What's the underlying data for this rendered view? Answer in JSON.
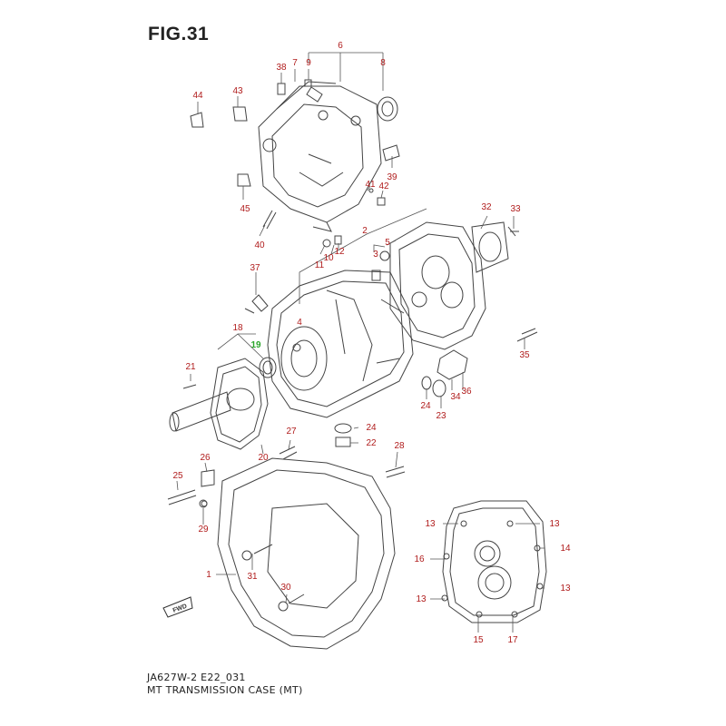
{
  "figure": {
    "title": "FIG.31",
    "code": "JA627W-2 E22_031",
    "description": "MT TRANSMISSION CASE (MT)",
    "fwd_label": "FWD"
  },
  "parts": [
    {
      "id": "6",
      "highlight": false
    },
    {
      "id": "7",
      "highlight": false
    },
    {
      "id": "9",
      "highlight": false
    },
    {
      "id": "8",
      "highlight": false
    },
    {
      "id": "38",
      "highlight": false
    },
    {
      "id": "44",
      "highlight": false
    },
    {
      "id": "43",
      "highlight": false
    },
    {
      "id": "39",
      "highlight": false
    },
    {
      "id": "41",
      "highlight": false
    },
    {
      "id": "42",
      "highlight": false
    },
    {
      "id": "45",
      "highlight": false
    },
    {
      "id": "40",
      "highlight": false
    },
    {
      "id": "2",
      "highlight": false
    },
    {
      "id": "5",
      "highlight": false
    },
    {
      "id": "3",
      "highlight": false
    },
    {
      "id": "10",
      "highlight": false
    },
    {
      "id": "11",
      "highlight": false
    },
    {
      "id": "12",
      "highlight": false
    },
    {
      "id": "32",
      "highlight": false
    },
    {
      "id": "33",
      "highlight": false
    },
    {
      "id": "37",
      "highlight": false
    },
    {
      "id": "4",
      "highlight": false
    },
    {
      "id": "18",
      "highlight": false
    },
    {
      "id": "19",
      "highlight": true
    },
    {
      "id": "35",
      "highlight": false
    },
    {
      "id": "21",
      "highlight": false
    },
    {
      "id": "36",
      "highlight": false
    },
    {
      "id": "34",
      "highlight": false
    },
    {
      "id": "24",
      "highlight": false
    },
    {
      "id": "23",
      "highlight": false
    },
    {
      "id": "24",
      "highlight": false
    },
    {
      "id": "22",
      "highlight": false
    },
    {
      "id": "27",
      "highlight": false
    },
    {
      "id": "20",
      "highlight": false
    },
    {
      "id": "28",
      "highlight": false
    },
    {
      "id": "26",
      "highlight": false
    },
    {
      "id": "25",
      "highlight": false
    },
    {
      "id": "29",
      "highlight": false
    },
    {
      "id": "13",
      "highlight": false
    },
    {
      "id": "13",
      "highlight": false
    },
    {
      "id": "14",
      "highlight": false
    },
    {
      "id": "16",
      "highlight": false
    },
    {
      "id": "1",
      "highlight": false
    },
    {
      "id": "31",
      "highlight": false
    },
    {
      "id": "13",
      "highlight": false
    },
    {
      "id": "13",
      "highlight": false
    },
    {
      "id": "30",
      "highlight": false
    },
    {
      "id": "15",
      "highlight": false
    },
    {
      "id": "17",
      "highlight": false
    }
  ],
  "colors": {
    "label": "#b01c1c",
    "highlight": "#2aa52a",
    "line": "#444444"
  }
}
